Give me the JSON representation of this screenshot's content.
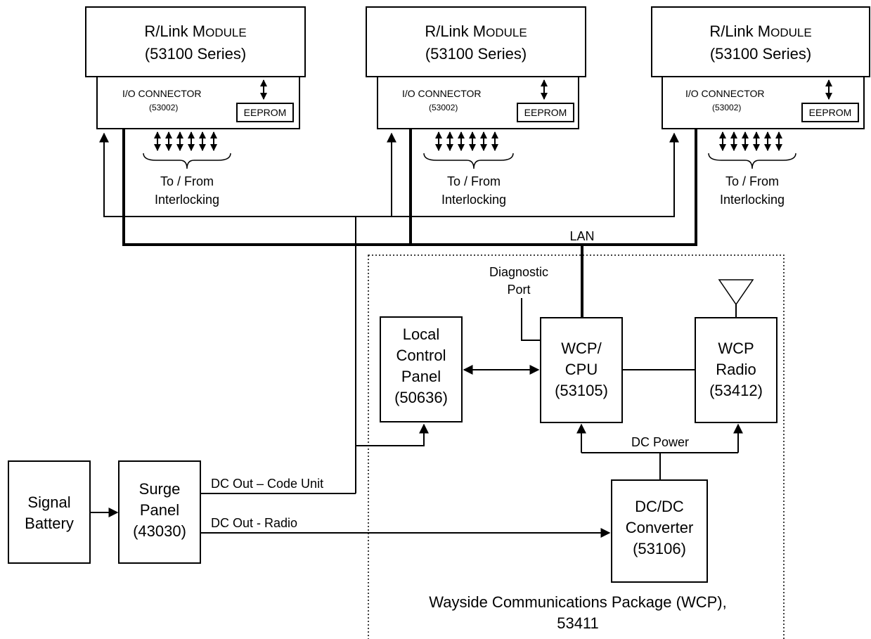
{
  "modules": [
    {
      "title_a": "R/Link M",
      "title_b": "ODULE",
      "series": "(53100 Series)",
      "connector": "I/O CONNECTOR",
      "connector_num": "(53002)",
      "eeprom": "EEPROM",
      "io_a": "To / From",
      "io_b": "Interlocking"
    },
    {
      "title_a": "R/Link M",
      "title_b": "ODULE",
      "series": "(53100 Series)",
      "connector": "I/O CONNECTOR",
      "connector_num": "(53002)",
      "eeprom": "EEPROM",
      "io_a": "To / From",
      "io_b": "Interlocking"
    },
    {
      "title_a": "R/Link M",
      "title_b": "ODULE",
      "series": "(53100 Series)",
      "connector": "I/O CONNECTOR",
      "connector_num": "(53002)",
      "eeprom": "EEPROM",
      "io_a": "To / From",
      "io_b": "Interlocking"
    }
  ],
  "labels": {
    "lan": "LAN",
    "diagnostic_a": "Diagnostic",
    "diagnostic_b": "Port",
    "dc_power": "DC Power",
    "dc_out_code": "DC Out – Code Unit",
    "dc_out_radio": "DC Out - Radio"
  },
  "blocks": {
    "lcp": [
      "Local",
      "Control",
      "Panel",
      "(50636)"
    ],
    "cpu": [
      "WCP/",
      "CPU",
      "(53105)"
    ],
    "radio": [
      "WCP",
      "Radio",
      "(53412)"
    ],
    "dcdc": [
      "DC/DC",
      "Converter",
      "(53106)"
    ],
    "battery": [
      "Signal",
      "Battery"
    ],
    "surge": [
      "Surge",
      "Panel",
      "(43030)"
    ]
  },
  "wcp_caption": [
    "Wayside Communications Package (WCP),",
    "53411"
  ]
}
